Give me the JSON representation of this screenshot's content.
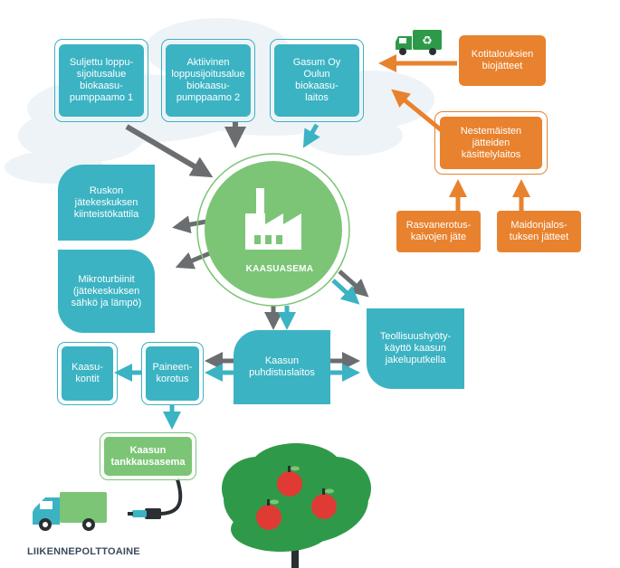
{
  "sources": {
    "landfill_1": "Suljettu loppu-\nsijoitusalue\nbiokaasu-\npumppaamo 1",
    "landfill_2": "Aktiivinen\nloppusijoitusalue\nbiokaasu-\npumppaamo 2",
    "gasum": "Gasum Oy\nOulun\nbiokaasu-\nlaitos",
    "household_biowaste": "Kotitalouksien\nbiojätteet",
    "liquid_waste_plant": "Nestemäisten\njätteiden\nkäsittelylaitos",
    "grease_trap_waste": "Rasvanerotus-\nkaivojen jäte",
    "dairy_waste": "Maidonjalos-\ntuksen jätteet"
  },
  "station": {
    "title": "KAASUASEMA"
  },
  "outputs": {
    "heating_plant": "Ruskon\njätekeskuksen\nkiinteistökattila",
    "microturbines": "Mikroturbiinit\n(jätekeskuksen\nsähkö ja lämpö)",
    "purification": "Kaasun\npuhdistuslaitos",
    "industrial_use": "Teollisuushyöty-\nkäyttö kaasun\njakeluputkella",
    "compression": "Paineen-\nkorotus",
    "gas_containers": "Kaasu-\nkontit",
    "filling_station": "Kaasun\ntankkausasema",
    "traffic_fuel": "LIIKENNEPOLTTOAINE"
  },
  "colors": {
    "teal": "#3bb3c3",
    "orange": "#e8822e",
    "green": "#7cc576",
    "dark_green": "#2e9a49",
    "gray_arrow": "#6b6e70",
    "apple_red": "#e03a34"
  },
  "icons": {
    "recycling_truck": "recycling-truck-icon",
    "factory": "factory-icon",
    "delivery_truck": "delivery-truck-icon",
    "fuel_nozzle": "fuel-nozzle-icon",
    "apple_tree": "apple-tree-icon"
  }
}
